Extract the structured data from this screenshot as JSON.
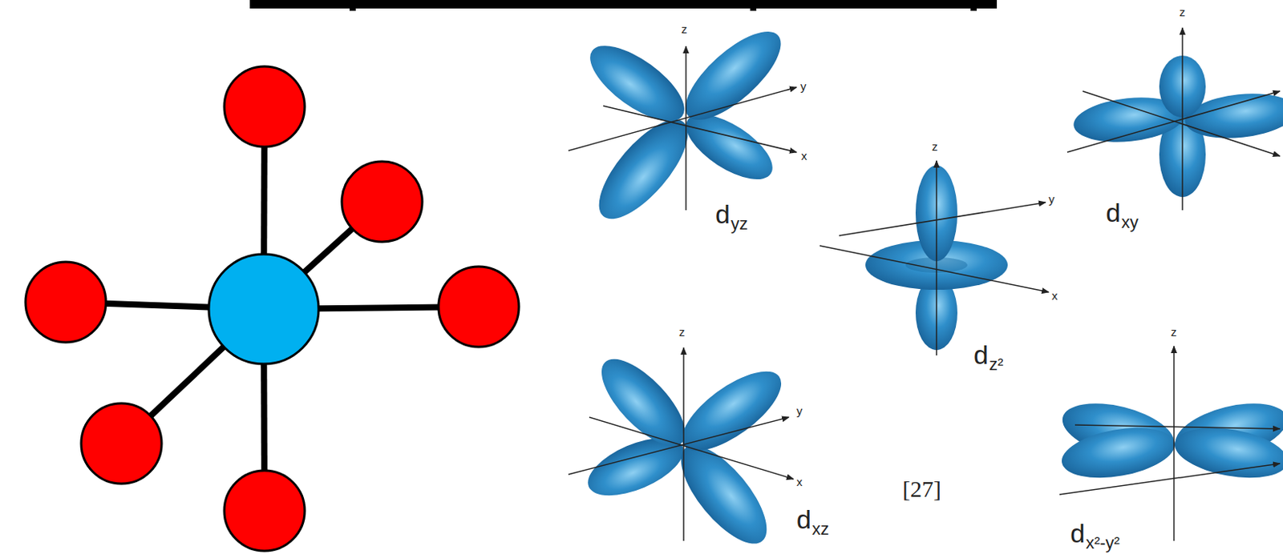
{
  "diagram": {
    "labels": [
      "z",
      "y",
      "x",
      "d",
      "yz",
      "z",
      "y",
      "x",
      "d",
      "z²",
      "z",
      "d",
      "xy",
      "z",
      "y",
      "x",
      "d",
      "xz",
      "[27]",
      "z",
      "d",
      "x²-y²"
    ]
  }
}
